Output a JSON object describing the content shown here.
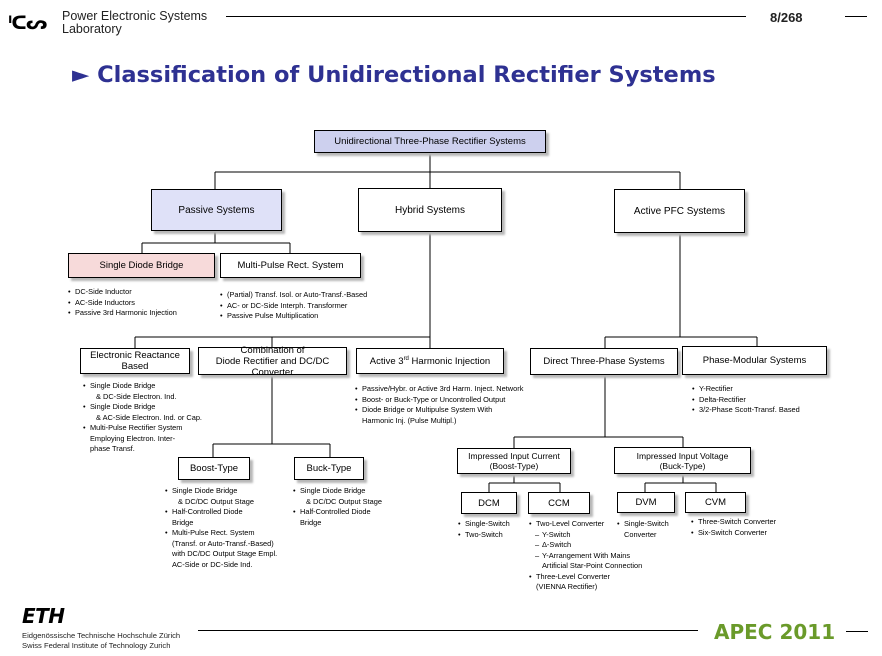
{
  "header": {
    "logo_text": "ᑊᑕᔕ",
    "lab_line1": "Power Electronic Systems",
    "lab_line2": "Laboratory",
    "page_number": "8/268"
  },
  "title": "► Classification of Unidirectional Rectifier Systems",
  "tree": {
    "root": "Unidirectional Three-Phase Rectifier Systems",
    "passive": "Passive  Systems",
    "hybrid": "Hybrid Systems",
    "active": "Active PFC Systems",
    "single_diode_bridge": "Single Diode Bridge",
    "multi_pulse": "Multi-Pulse Rect. System",
    "single_diode_bullets": [
      "DC-Side Inductor",
      "AC-Side Inductors",
      "Passive 3rd Harmonic Injection"
    ],
    "multi_pulse_bullets": [
      "(Partial) Transf. Isol. or Auto-Transf.-Based",
      "AC- or DC-Side Interph. Transformer",
      "Passive Pulse Multiplication"
    ],
    "electronic_reactance": "Electronic Reactance Based",
    "combination_line1": "Combination of",
    "combination_line2": "Diode Rectifier and DC/DC Converter",
    "active_3rd_pre": "Active 3",
    "active_3rd_sup": "rd",
    "active_3rd_post": " Harmonic Injection",
    "direct_three_phase": "Direct Three-Phase Systems",
    "phase_modular": "Phase-Modular Systems",
    "electronic_reactance_bullets": [
      {
        "text": "Single Diode Bridge",
        "style": "bullet"
      },
      {
        "text": "& DC-Side Electron. Ind.",
        "style": "cont"
      },
      {
        "text": "Single Diode Bridge",
        "style": "bullet"
      },
      {
        "text": "& AC-Side Electron. Ind. or Cap.",
        "style": "cont"
      },
      {
        "text": "Multi-Pulse Rectifier System",
        "style": "bullet"
      },
      {
        "text": "Employing Electron. Inter-",
        "style": "cont2"
      },
      {
        "text": "phase Transf.",
        "style": "cont2"
      }
    ],
    "active_3rd_bullets": [
      {
        "text": "Passive/Hybr. or Active 3rd Harm. Inject. Network",
        "style": "bullet"
      },
      {
        "text": "Boost- or Buck-Type or Uncontrolled Output",
        "style": "bullet"
      },
      {
        "text": "Diode Bridge or Multipulse System With",
        "style": "bullet"
      },
      {
        "text": "Harmonic Inj. (Pulse Multipl.)",
        "style": "cont2"
      }
    ],
    "phase_modular_bullets": [
      "Y-Rectifier",
      "Delta-Rectifier",
      "3/2-Phase Scott-Transf. Based"
    ],
    "boost_type": "Boost-Type",
    "buck_type": "Buck-Type",
    "boost_bullets": [
      {
        "text": "Single Diode Bridge",
        "style": "bullet"
      },
      {
        "text": "& DC/DC Output Stage",
        "style": "cont"
      },
      {
        "text": "Half-Controlled Diode",
        "style": "bullet"
      },
      {
        "text": "Bridge",
        "style": "cont2"
      },
      {
        "text": "Multi-Pulse Rect. System",
        "style": "bullet"
      },
      {
        "text": "(Transf. or Auto-Transf.-Based)",
        "style": "cont2"
      },
      {
        "text": "with DC/DC Output Stage Empl.",
        "style": "cont2"
      },
      {
        "text": "AC-Side or DC-Side Ind.",
        "style": "cont2"
      }
    ],
    "buck_bullets": [
      {
        "text": "Single Diode Bridge",
        "style": "bullet"
      },
      {
        "text": "& DC/DC Output Stage",
        "style": "cont"
      },
      {
        "text": "Half-Controlled Diode",
        "style": "bullet"
      },
      {
        "text": "Bridge",
        "style": "cont2"
      }
    ],
    "impressed_current_line1": "Impressed Input Current",
    "impressed_current_line2": "(Boost-Type)",
    "impressed_voltage_line1": "Impressed Input Voltage",
    "impressed_voltage_line2": "(Buck-Type)",
    "dcm": "DCM",
    "ccm": "CCM",
    "dvm": "DVM",
    "cvm": "CVM",
    "dcm_bullets": [
      "Single-Switch",
      "Two-Switch"
    ],
    "ccm_bullets": [
      {
        "text": "Two-Level Converter",
        "style": "bullet"
      },
      {
        "text": "Y-Switch",
        "style": "sub"
      },
      {
        "text": "Δ-Switch",
        "style": "sub"
      },
      {
        "text": "Y-Arrangement With Mains",
        "style": "sub"
      },
      {
        "text": "Artificial Star-Point Connection",
        "style": "cont"
      },
      {
        "text": "Three-Level Converter",
        "style": "bullet"
      },
      {
        "text": "(VIENNA Rectifier)",
        "style": "cont2"
      }
    ],
    "dvm_bullets": [
      {
        "text": "Single-Switch",
        "style": "bullet"
      },
      {
        "text": "Converter",
        "style": "cont2"
      }
    ],
    "cvm_bullets": [
      "Three-Switch Converter",
      "Six-Switch Converter"
    ]
  },
  "footer": {
    "eth_logo": "ETH",
    "eth_line1": "Eidgenössische Technische Hochschule Zürich",
    "eth_line2": "Swiss Federal Institute of Technology Zurich",
    "apec": "APEC 2011"
  }
}
